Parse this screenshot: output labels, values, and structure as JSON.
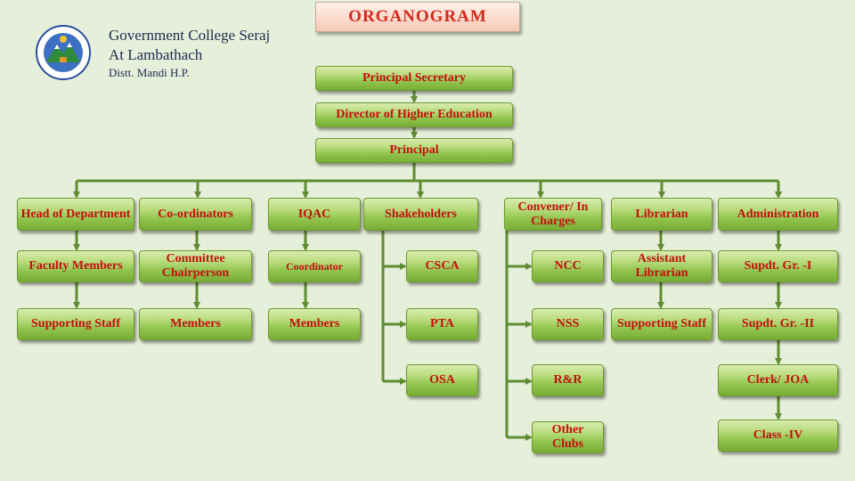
{
  "header": {
    "title": "ORGANOGRAM",
    "org_line1": "Government College Seraj",
    "org_line2": "At Lambathach",
    "org_line3": "Distt. Mandi H.P."
  },
  "colors": {
    "node_text": "#c40f0f",
    "node_fill": "#a6d062",
    "connector": "#5f8d32",
    "background": "#e6efd9",
    "title_text": "#d42a1e",
    "org_text": "#1d2c52"
  },
  "icons": {
    "logo": "college-emblem-logo"
  },
  "nodes": {
    "principal_secretary": "Principal Secretary",
    "director": "Director of Higher Education",
    "principal": "Principal",
    "head_dept": "Head of Department",
    "coordinators": "Co-ordinators",
    "iqac": "IQAC",
    "shakeholders": "Shakeholders",
    "convener": "Convener/ In Charges",
    "librarian": "Librarian",
    "administration": "Administration",
    "faculty": "Faculty Members",
    "committee": "Committee Chairperson",
    "coordinator": "Coordinator",
    "csca": "CSCA",
    "ncc": "NCC",
    "assistant_lib": "Assistant Librarian",
    "supdt1": "Supdt. Gr. -I",
    "supporting1": "Supporting Staff",
    "members1": "Members",
    "members2": "Members",
    "pta": "PTA",
    "nss": "NSS",
    "supporting2": "Supporting Staff",
    "supdt2": "Supdt. Gr. -II",
    "osa": "OSA",
    "rr": "R&R",
    "clerk": "Clerk/ JOA",
    "other_clubs": "Other Clubs",
    "class4": "Class -IV"
  }
}
